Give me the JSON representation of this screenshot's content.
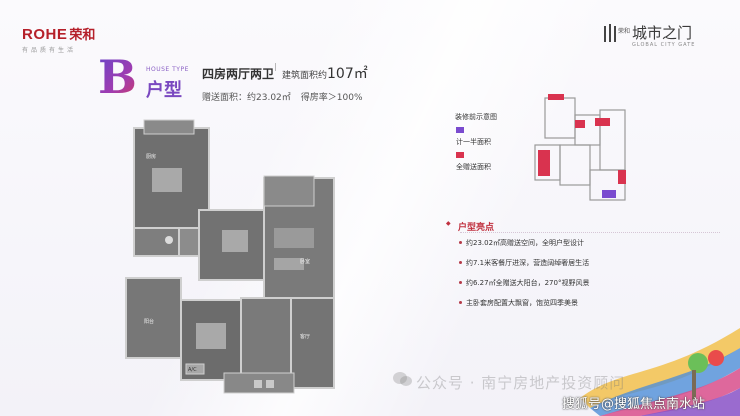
{
  "brand_left": {
    "name": "ROHE",
    "name_cn": "荣和",
    "tagline": "有品质有生活"
  },
  "brand_right": {
    "mini": "荣和",
    "name": "城市之门",
    "en": "GLOBAL CITY GATE"
  },
  "title": {
    "letter": "B",
    "house_type": "HOUSE TYPE",
    "huxing": "户型",
    "layout": "四房两厅两卫",
    "separator": "|",
    "area_label": "建筑面积约",
    "area_value": "107㎡",
    "bonus_label": "赠送面积：约23.02㎡",
    "ratio_label": "得房率＞100%"
  },
  "legend": {
    "title": "装修前示意图",
    "half_area": "计一半面积",
    "full_gift": "全赠送面积",
    "colors": {
      "half": "#7a4bcf",
      "gift": "#d9334f"
    }
  },
  "highlights": {
    "title": "户型亮点",
    "items": [
      "约23.02㎡高赠送空间，全明户型设计",
      "约7.1米客餐厅进深，营造阔绰奢居生活",
      "约6.27㎡全赠送大阳台，270°视野风景",
      "主卧套房配置大飘窗，饱览四季美景"
    ]
  },
  "watermarks": {
    "public": "公众号 · 南宁房地产投资顾问",
    "sohu": "搜狐号@搜狐焦点南水站"
  },
  "plan_labels": {
    "kitchen": "厨房",
    "balcony": "阳台",
    "living": "客厅",
    "bedroom": "卧室",
    "ac": "A/C"
  }
}
